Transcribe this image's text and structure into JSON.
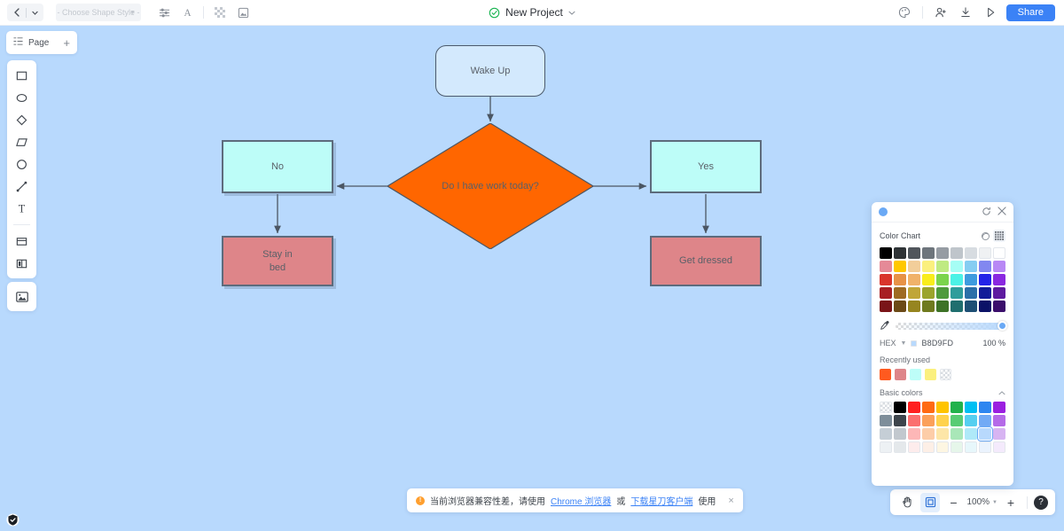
{
  "topbar": {
    "back_icon": "chevron-left-icon",
    "back_dropdown_icon": "caret-down-icon",
    "shape_style_placeholder": "- Choose Shape Style -",
    "tools": [
      {
        "name": "layout-settings-icon",
        "glyph": "≡"
      },
      {
        "name": "text-format-icon",
        "glyph": "A"
      },
      {
        "name": "transparency-icon",
        "glyph": "▨"
      },
      {
        "name": "insert-image-icon",
        "glyph": "▣"
      }
    ],
    "project_title": "New Project",
    "project_status_icon": "check-circle-icon",
    "project_caret_icon": "chevron-down-icon",
    "right_icons": [
      {
        "name": "theme-palette-icon"
      },
      {
        "name": "add-user-icon"
      },
      {
        "name": "download-icon"
      },
      {
        "name": "present-icon"
      }
    ],
    "share_label": "Share"
  },
  "page_tab": {
    "list_icon": "page-list-icon",
    "label": "Page",
    "add_label": "+"
  },
  "toolrail": {
    "items": [
      {
        "name": "rectangle-tool",
        "glyph": "rect"
      },
      {
        "name": "ellipse-tool",
        "glyph": "ellipse"
      },
      {
        "name": "diamond-tool",
        "glyph": "diamond"
      },
      {
        "name": "parallelogram-tool",
        "glyph": "parallelogram"
      },
      {
        "name": "circle-tool",
        "glyph": "circle"
      },
      {
        "name": "line-tool",
        "glyph": "line"
      },
      {
        "name": "text-tool",
        "glyph": "T"
      },
      {
        "name": "container-tool",
        "glyph": "container"
      },
      {
        "name": "columns-tool",
        "glyph": "columns"
      }
    ],
    "image_tool": {
      "name": "image-tool",
      "glyph": "image"
    }
  },
  "diagram": {
    "nodes": [
      {
        "id": "wake",
        "label": "Wake Up",
        "shape": "rounded-rect",
        "fill": "#D3E9FD"
      },
      {
        "id": "decision",
        "label": "Do I have work today?",
        "shape": "diamond",
        "fill": "#FF6600"
      },
      {
        "id": "no",
        "label": "No",
        "shape": "rect",
        "fill": "#BDFDF8"
      },
      {
        "id": "yes",
        "label": "Yes",
        "shape": "rect",
        "fill": "#BDFDF8"
      },
      {
        "id": "bed",
        "label": "Stay in\nbed",
        "line1": "Stay in",
        "line2": "bed",
        "shape": "rect",
        "fill": "#DE8589"
      },
      {
        "id": "dressed",
        "label": "Get dressed",
        "shape": "rect",
        "fill": "#DE8589"
      }
    ],
    "edges": [
      {
        "from": "wake",
        "to": "decision"
      },
      {
        "from": "decision",
        "to": "no"
      },
      {
        "from": "decision",
        "to": "yes"
      },
      {
        "from": "no",
        "to": "bed"
      },
      {
        "from": "yes",
        "to": "dressed"
      }
    ],
    "stroke": "#4B5663"
  },
  "picker": {
    "header": {
      "preview_color": "#6AA9F5",
      "reset_icon": "refresh-icon",
      "close_icon": "close-icon"
    },
    "color_chart_title": "Color Chart",
    "mode_icons": [
      {
        "name": "color-wheel-icon",
        "active": false
      },
      {
        "name": "grid-swatch-icon",
        "active": true
      }
    ],
    "chart_rows": [
      [
        "#000000",
        "#2F3336",
        "#50565C",
        "#6E757C",
        "#969CA3",
        "#BFC5CB",
        "#D7DCE1",
        "#EFF1F3",
        "#FFFFFF"
      ],
      [
        "#E58A97",
        "#FFC800",
        "#F2CE9A",
        "#FBF07E",
        "#BFEA82",
        "#A6FDF5",
        "#85CDF2",
        "#8287F0",
        "#B888F5"
      ],
      [
        "#D9342B",
        "#E79246",
        "#F0B26A",
        "#F9ED1C",
        "#7BD44C",
        "#4CF2E6",
        "#3E9BDE",
        "#2222E8",
        "#8A28E0"
      ],
      [
        "#A81F23",
        "#9E6B22",
        "#C0A638",
        "#9BA42B",
        "#4E9A3C",
        "#2F9D9B",
        "#2B6FA8",
        "#111C99",
        "#5E1BA0"
      ],
      [
        "#7A1418",
        "#6B4A17",
        "#96851F",
        "#6F7A1E",
        "#3D7226",
        "#1F6E6E",
        "#1D4F74",
        "#0B1266",
        "#3B0E6B"
      ]
    ],
    "eyedropper_icon": "eyedropper-icon",
    "alpha_slider": {
      "name": "alpha-slider",
      "value": 100
    },
    "hex_label": "HEX",
    "hex_caret_icon": "caret-down-icon",
    "hex_value": "B8D9FD",
    "alpha_value": "100 %",
    "recently_used_title": "Recently used",
    "recently_used": [
      "#FF5A1F",
      "#DE8589",
      "#BDFDF8",
      "#FBF07E",
      "transparent"
    ],
    "basic_colors_title": "Basic colors",
    "basic_collapse_icon": "chevron-up-icon",
    "basic_rows": [
      [
        "transparent",
        "#000000",
        "#FF2020",
        "#FF6A13",
        "#FFC400",
        "#22B24C",
        "#00BFF3",
        "#2E86F0",
        "#9B1FE0"
      ],
      [
        "#7E8E9A",
        "#3E454C",
        "#FB6F6F",
        "#FBA05A",
        "#FFD24D",
        "#58CC74",
        "#56CFF0",
        "#72AAF5",
        "#B56AE8"
      ],
      [
        "#C5CED6",
        "#C2C8CE",
        "#FDB7B7",
        "#FDCDA8",
        "#FDE6A8",
        "#A9E7B8",
        "#AFE9F8",
        "#B8D9FD",
        "#D7B4F2"
      ],
      [
        "#EDF1F4",
        "#E4E8EB",
        "#FDECEC",
        "#FDEFE6",
        "#FDF6E2",
        "#E6F6EA",
        "#E7F7FB",
        "#EBF3FD",
        "#F4EAFC"
      ]
    ],
    "selected_basic": {
      "row": 2,
      "col": 7
    }
  },
  "notification": {
    "warn_icon": "warning-icon",
    "text_before": "当前浏览器兼容性差，请使用",
    "link1": "Chrome 浏览器",
    "text_middle": "或",
    "link2": "下载星刀客户端",
    "text_after": "使用",
    "close_icon": "close-icon"
  },
  "zoombar": {
    "pan_icon": "hand-icon",
    "select_icon": "select-frame-icon",
    "minus_label": "−",
    "zoom_level": "100%",
    "zoom_caret_icon": "caret-down-icon",
    "plus_label": "+",
    "help_label": "?"
  },
  "shield": {
    "name": "security-shield-icon"
  }
}
